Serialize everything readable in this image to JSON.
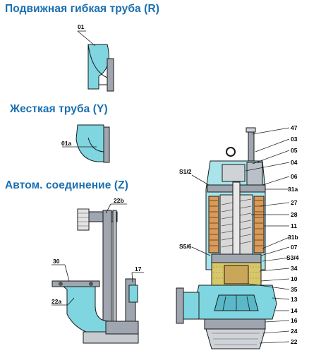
{
  "headings": {
    "flexible": "Подвижная гибкая труба (R)",
    "rigid": "Жесткая труба (Y)",
    "auto": "Автом. соединение (Z)"
  },
  "labels": {
    "flexible_part": "01",
    "rigid_part": "01a",
    "auto": [
      "22b",
      "30",
      "17",
      "22a"
    ],
    "pump_left": [
      "S1/2",
      "S5/6"
    ],
    "pump_right": [
      "47",
      "03",
      "05",
      "04",
      "06",
      "31a",
      "27",
      "28",
      "11",
      "31b",
      "07",
      "S3/4",
      "34",
      "10",
      "35",
      "13",
      "14",
      "16",
      "24",
      "22"
    ]
  },
  "colors": {
    "heading": "#1a6fb0",
    "water": "#7fd6e0",
    "metal": "#9fa6b0",
    "outline": "#1a1a1a"
  }
}
